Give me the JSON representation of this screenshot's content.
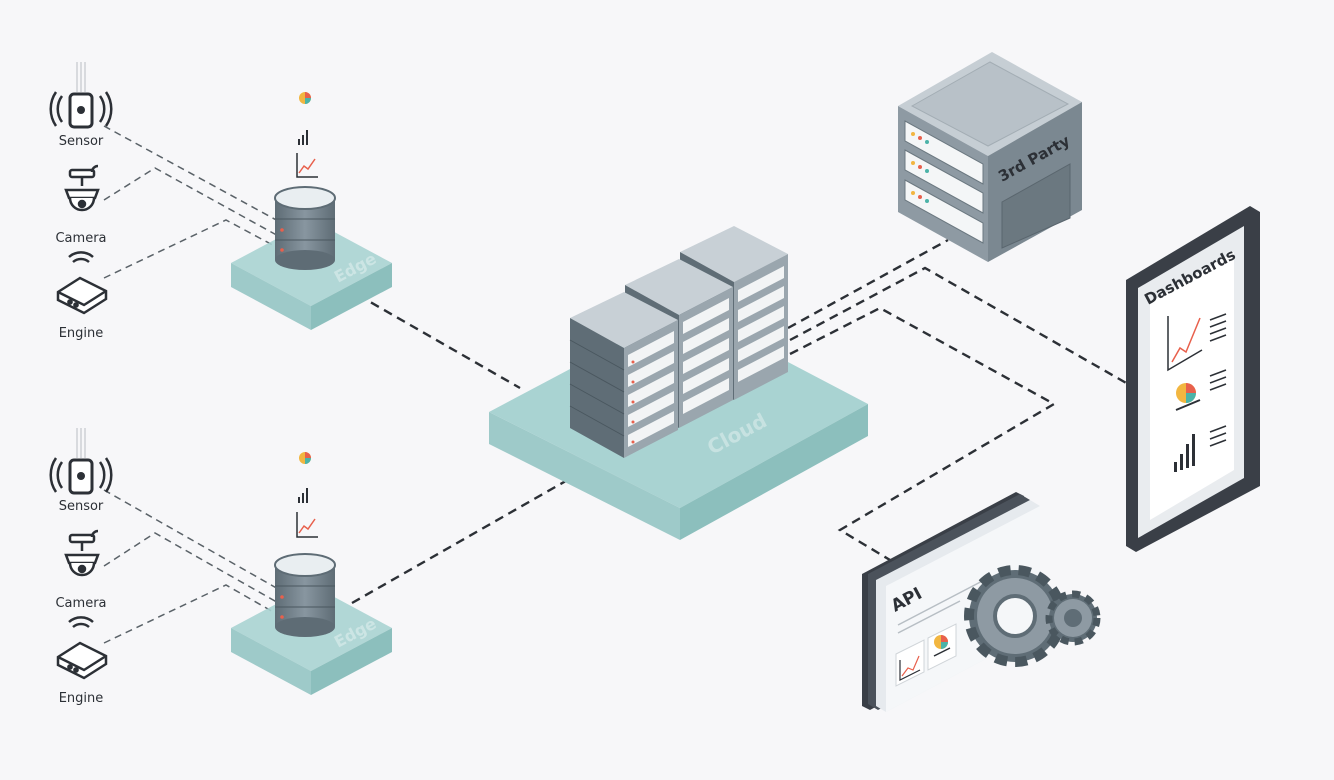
{
  "devices": {
    "top": {
      "sensor": "Sensor",
      "camera": "Camera",
      "engine": "Engine"
    },
    "bottom": {
      "sensor": "Sensor",
      "camera": "Camera",
      "engine": "Engine"
    }
  },
  "platforms": {
    "edge_top": "Edge",
    "edge_bottom": "Edge",
    "cloud": "Cloud"
  },
  "third_party": "3rd Party",
  "dashboards": "Dashboards",
  "api": "API",
  "colors": {
    "platform": "#a9d3d2",
    "server_body": "#8e9aa3",
    "server_dark": "#5f6d76",
    "line": "#2c3036",
    "accent_red": "#e8604c"
  }
}
